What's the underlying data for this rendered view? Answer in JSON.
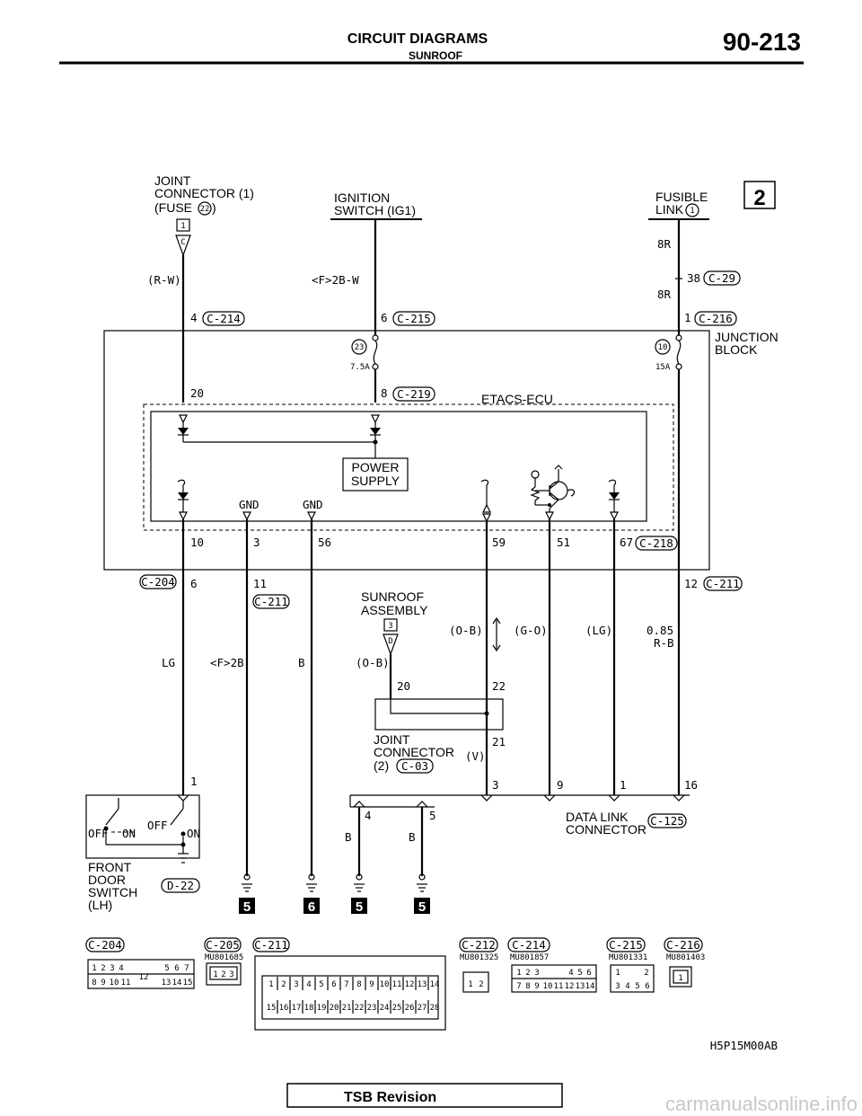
{
  "header": {
    "title": "CIRCUIT DIAGRAMS",
    "subtitle": "SUNROOF",
    "page_number": "90-213"
  },
  "section_marker": "2",
  "sources": {
    "joint_connector": [
      "JOINT",
      "CONNECTOR (1)",
      "(FUSE ",
      ")"
    ],
    "fuse_number": "22",
    "ignition": [
      "IGNITION",
      "SWITCH (IG1)"
    ],
    "fusible_link": [
      "FUSIBLE",
      "LINK"
    ],
    "fusible_link_number": "1"
  },
  "wire_labels": {
    "rw": "(R-W)",
    "f2bw": "<F>2B-W",
    "8r_top": "8R",
    "8r_bottom": "8R",
    "pin38": "38",
    "lg": "LG",
    "f2b": "<F>2B",
    "b": "B",
    "ob_left": "(O-B)",
    "ob_right": "(O-B)",
    "go": "(G-O)",
    "lg_paren": "(LG)",
    "size": "0.85",
    "rb": "R-B",
    "v": "(V)",
    "b1": "B",
    "b2": "B"
  },
  "connectors": {
    "c214": "C-214",
    "c215": "C-215",
    "c216": "C-216",
    "c29": "C-29",
    "c219": "C-219",
    "c218": "C-218",
    "c204": "C-204",
    "c211a": "C-211",
    "c211b": "C-211",
    "c03": "C-03",
    "c125": "C-125",
    "d22": "D-22"
  },
  "pins": {
    "p4": "4",
    "p6": "6",
    "p1": "1",
    "p20": "20",
    "p8": "8",
    "p10": "10",
    "p3": "3",
    "p56": "56",
    "p59": "59",
    "p51": "51",
    "p67": "67",
    "p6b": "6",
    "p11": "11",
    "p12": "12",
    "p20b": "20",
    "p22": "22",
    "p21": "21",
    "p1b": "1",
    "p3b": "3",
    "p9": "9",
    "p1c": "1",
    "p16": "16",
    "p4b": "4",
    "p5": "5"
  },
  "fuses": {
    "f23": "23",
    "f23_rating": "7.5A",
    "f10": "10",
    "f10_rating": "15A"
  },
  "components": {
    "junction_block": [
      "JUNCTION",
      "BLOCK"
    ],
    "etacs": "ETACS-ECU",
    "power_supply": [
      "POWER",
      "SUPPLY"
    ],
    "gnd1": "GND",
    "gnd2": "GND",
    "sunroof": [
      "SUNROOF",
      "ASSEMBLY"
    ],
    "sunroof_pin": "3",
    "sunroof_letter": "D",
    "joint_connector2": [
      "JOINT",
      "CONNECTOR",
      "(2)"
    ],
    "data_link": [
      "DATA LINK",
      "CONNECTOR"
    ],
    "door_switch": [
      "FRONT",
      "DOOR",
      "SWITCH",
      "(LH)"
    ],
    "off1": "OFF",
    "on1": "ON",
    "off2": "OFF",
    "on2": "ON"
  },
  "ground_refs": [
    "5",
    "6",
    "5",
    "5"
  ],
  "connector_views": [
    {
      "label": "C-204",
      "part": ""
    },
    {
      "label": "C-205",
      "part": "MU801685"
    },
    {
      "label": "C-211",
      "part": ""
    },
    {
      "label": "C-212",
      "part": "MU801325"
    },
    {
      "label": "C-214",
      "part": "MU801857"
    },
    {
      "label": "C-215",
      "part": "MU801331"
    },
    {
      "label": "C-216",
      "part": "MU801403"
    }
  ],
  "c204_pins": [
    "1",
    "2",
    "3",
    "4",
    "5",
    "6",
    "7",
    "8",
    "9",
    "10",
    "11",
    "12",
    "13",
    "14",
    "15"
  ],
  "c205_pins": [
    "1",
    "2",
    "3"
  ],
  "c211_pins": [
    "1",
    "2",
    "3",
    "4",
    "5",
    "6",
    "7",
    "8",
    "9",
    "10",
    "11",
    "12",
    "13",
    "14",
    "15",
    "16",
    "17",
    "18",
    "19",
    "20",
    "21",
    "22",
    "23",
    "24",
    "25",
    "26",
    "27",
    "28"
  ],
  "c212_pins": [
    "1",
    "2"
  ],
  "c214_pins": [
    "1",
    "2",
    "3",
    "4",
    "5",
    "6",
    "7",
    "8",
    "9",
    "10",
    "11",
    "12",
    "13",
    "14"
  ],
  "c215_pins": [
    "1",
    "2",
    "3",
    "4",
    "5",
    "6"
  ],
  "c216_pins": [
    "1"
  ],
  "figure_id": "H5P15M00AB",
  "footer": "TSB Revision",
  "watermark": "carmanualsonline.info"
}
